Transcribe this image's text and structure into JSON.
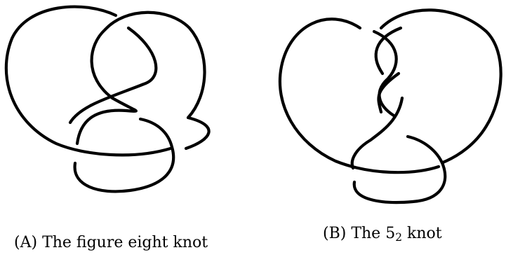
{
  "figures": [
    {
      "label": "(A)",
      "caption": "The figure eight knot"
    },
    {
      "label": "(B)",
      "caption_prefix": "The",
      "knot_number": "5",
      "knot_subscript": "2",
      "caption_suffix": "knot"
    }
  ],
  "colors": {
    "stroke": "#000000",
    "background": "#ffffff"
  }
}
